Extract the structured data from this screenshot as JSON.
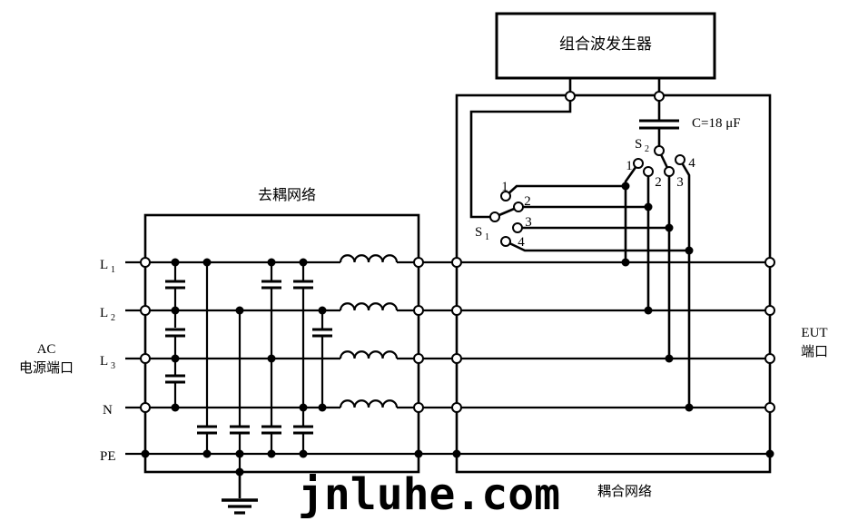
{
  "generator": {
    "label": "组合波发生器"
  },
  "series_capacitor": {
    "label": "C=18 μF"
  },
  "switch_s2": {
    "name": "S",
    "sub": "2",
    "contacts": [
      "1",
      "2",
      "3",
      "4"
    ]
  },
  "switch_s1": {
    "name": "S",
    "sub": "1",
    "contacts": [
      "1",
      "2",
      "3",
      "4"
    ]
  },
  "decoupling_network": {
    "label": "去耦网络"
  },
  "coupling_network": {
    "label": "耦合网络"
  },
  "ac_port": {
    "line1": "AC",
    "line2": "电源端口"
  },
  "eut_port": {
    "line1": "EUT",
    "line2": "端口"
  },
  "lines": [
    {
      "name": "L",
      "sub": "1"
    },
    {
      "name": "L",
      "sub": "2"
    },
    {
      "name": "L",
      "sub": "3"
    },
    {
      "name": "N",
      "sub": ""
    },
    {
      "name": "PE",
      "sub": ""
    }
  ],
  "watermark": "jnluhe.com",
  "colors": {
    "ink": "#000000",
    "paper": "#ffffff"
  }
}
